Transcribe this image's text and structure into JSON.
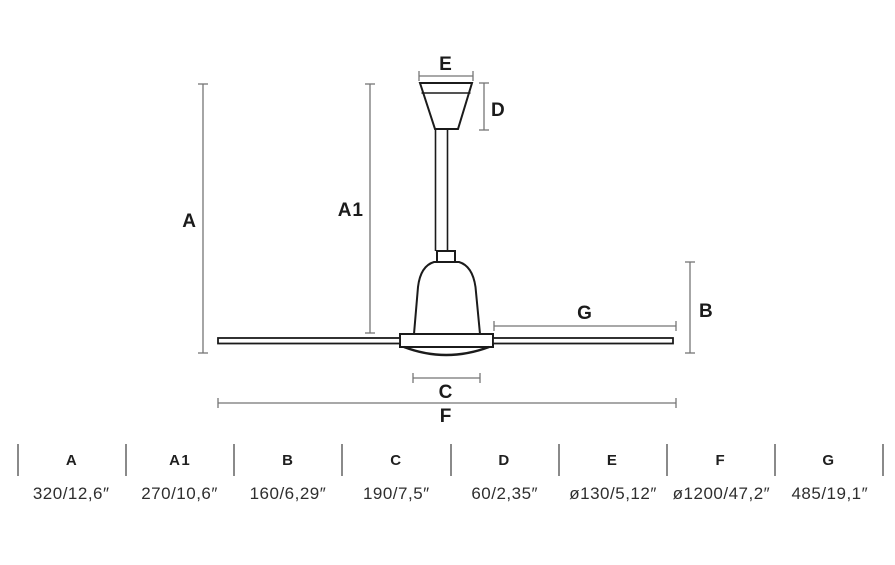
{
  "title": "Ceiling fan dimension drawing",
  "diagram": {
    "labels": {
      "a": "A",
      "a1": "A1",
      "b": "B",
      "c": "C",
      "d": "D",
      "e": "E",
      "f": "F",
      "g": "G"
    }
  },
  "table": {
    "columns": [
      {
        "label": "A",
        "value": "320/12,6″"
      },
      {
        "label": "A1",
        "value": "270/10,6″"
      },
      {
        "label": "B",
        "value": "160/6,29″"
      },
      {
        "label": "C",
        "value": "190/7,5″"
      },
      {
        "label": "D",
        "value": "60/2,35″"
      },
      {
        "label": "E",
        "value": "ø130/5,12″"
      },
      {
        "label": "F",
        "value": "ø1200/47,2″"
      },
      {
        "label": "G",
        "value": "485/19,1″"
      }
    ]
  },
  "colors": {
    "background": "#ffffff",
    "drawing_line": "#1b1b1b",
    "dimension_line": "#757575",
    "text": "#1f1f1f",
    "separator": "#8a8a8a"
  }
}
